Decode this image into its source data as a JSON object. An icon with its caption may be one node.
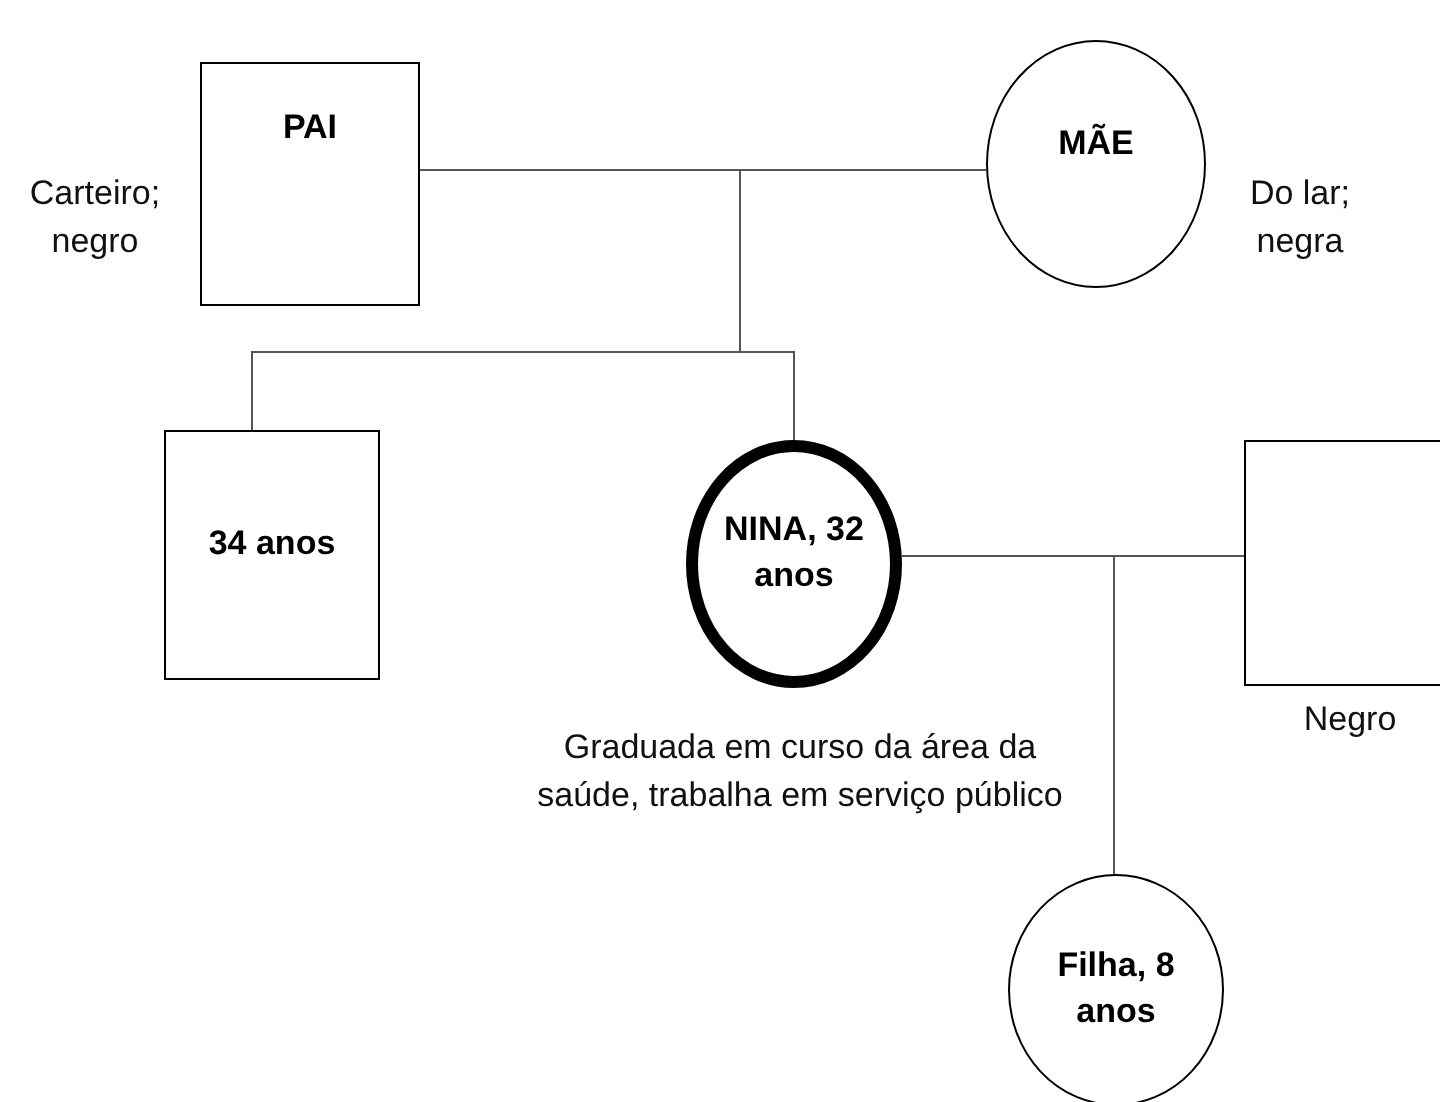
{
  "diagram": {
    "nodes": [
      {
        "text": [
          "PAI"
        ],
        "beside": [
          "Carteiro; negro"
        ]
      },
      {
        "text": [
          "MÃE"
        ],
        "beside": [
          "Do lar; negra"
        ]
      },
      {
        "text": [
          "34 anos"
        ]
      },
      {
        "text": [
          "NINA, 32 anos"
        ],
        "beside": [
          "Graduada em curso da área da saúde, trabalha em serviço público"
        ]
      },
      {
        "text": [],
        "shape": "box",
        "beside": [
          "Negro"
        ]
      },
      {
        "text": [
          "Filha, 8 anos"
        ]
      }
    ],
    "edges": [
      {
        "from": 0,
        "to": 1,
        "arrow": "none"
      },
      {
        "from": 0,
        "to": 2,
        "arrow": "none"
      },
      {
        "from": 0,
        "to": 3,
        "arrow": "none"
      },
      {
        "from": 1,
        "to": 2,
        "arrow": "none"
      },
      {
        "from": 1,
        "to": 3,
        "arrow": "none"
      },
      {
        "from": 3,
        "to": 4,
        "arrow": "none"
      },
      {
        "from": 3,
        "to": 5,
        "arrow": "none"
      },
      {
        "from": 4,
        "to": 5,
        "arrow": "none"
      }
    ]
  }
}
